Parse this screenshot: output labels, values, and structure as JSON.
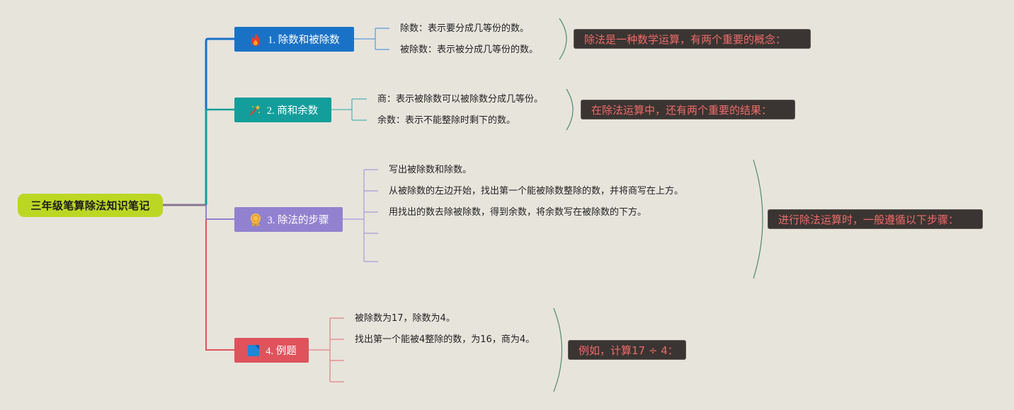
{
  "root": {
    "label": "三年级笔算除法知识笔记",
    "color": "#bcd723"
  },
  "branches": [
    {
      "label": "1. 除数和被除数",
      "icon": "fire-icon",
      "color": "#1a72c7",
      "items": [
        "除数：表示要分成几等份的数。",
        "被除数：表示被分成几等份的数。"
      ],
      "note": "除法是一种数学运算，有两个重要的概念："
    },
    {
      "label": "2. 商和余数",
      "icon": "wand-icon",
      "color": "#139e9b",
      "items": [
        "商：表示被除数可以被除数分成几等份。",
        "余数：表示不能整除时剩下的数。"
      ],
      "note": "在除法运算中，还有两个重要的结果："
    },
    {
      "label": "3. 除法的步骤",
      "icon": "medal-icon",
      "color": "#9281cf",
      "items": [
        "写出被除数和除数。",
        "从被除数的左边开始，找出第一个能被除数整除的数，并将商写在上方。",
        "用找出的数去除被除数，得到余数，将余数写在被除数的下方。",
        "",
        ""
      ],
      "note": "进行除法运算时，一般遵循以下步骤："
    },
    {
      "label": "4. 例题",
      "icon": "square-icon",
      "color": "#e0525c",
      "items": [
        "被除数为17，除数为4。",
        "找出第一个能被4整除的数，为16，商为4。",
        "",
        ""
      ],
      "note": "例如，计算17 ÷ 4："
    }
  ]
}
